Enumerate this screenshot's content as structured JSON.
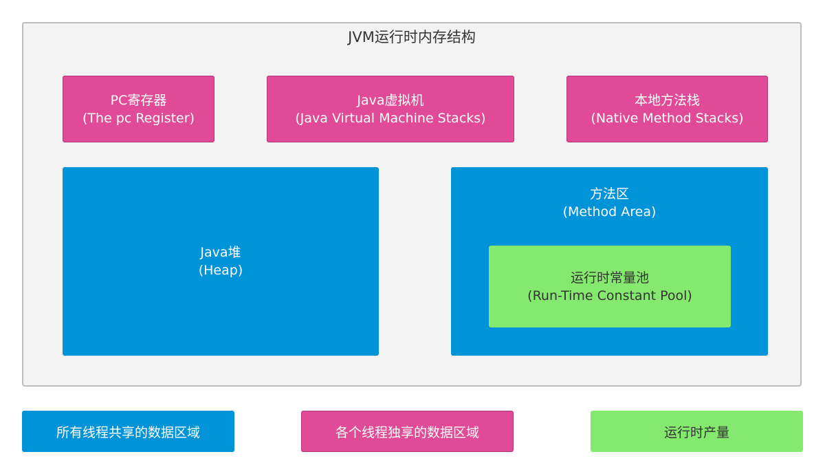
{
  "title": "JVM运行时内存结构",
  "areas": {
    "pc_register": {
      "line1": "PC寄存器",
      "line2": "(The pc Register)"
    },
    "jvm_stacks": {
      "line1": "Java虚拟机",
      "line2": "(Java Virtual Machine Stacks)"
    },
    "native_stacks": {
      "line1": "本地方法栈",
      "line2": "(Native Method Stacks)"
    },
    "heap": {
      "line1": "Java堆",
      "line2": "(Heap)"
    },
    "method_area": {
      "line1": "方法区",
      "line2": "(Method Area)"
    },
    "constant_pool": {
      "line1": "运行时常量池",
      "line2": "(Run-Time Constant Pool)"
    }
  },
  "legend": {
    "shared": "所有线程共享的数据区域",
    "per_thread": "各个线程独享的数据区域",
    "runtime_constant": "运行时产量"
  },
  "colors": {
    "shared": "#0093d8",
    "per_thread": "#e14a96",
    "runtime_constant": "#86e96f",
    "frame_background": "#f3f3f3"
  }
}
